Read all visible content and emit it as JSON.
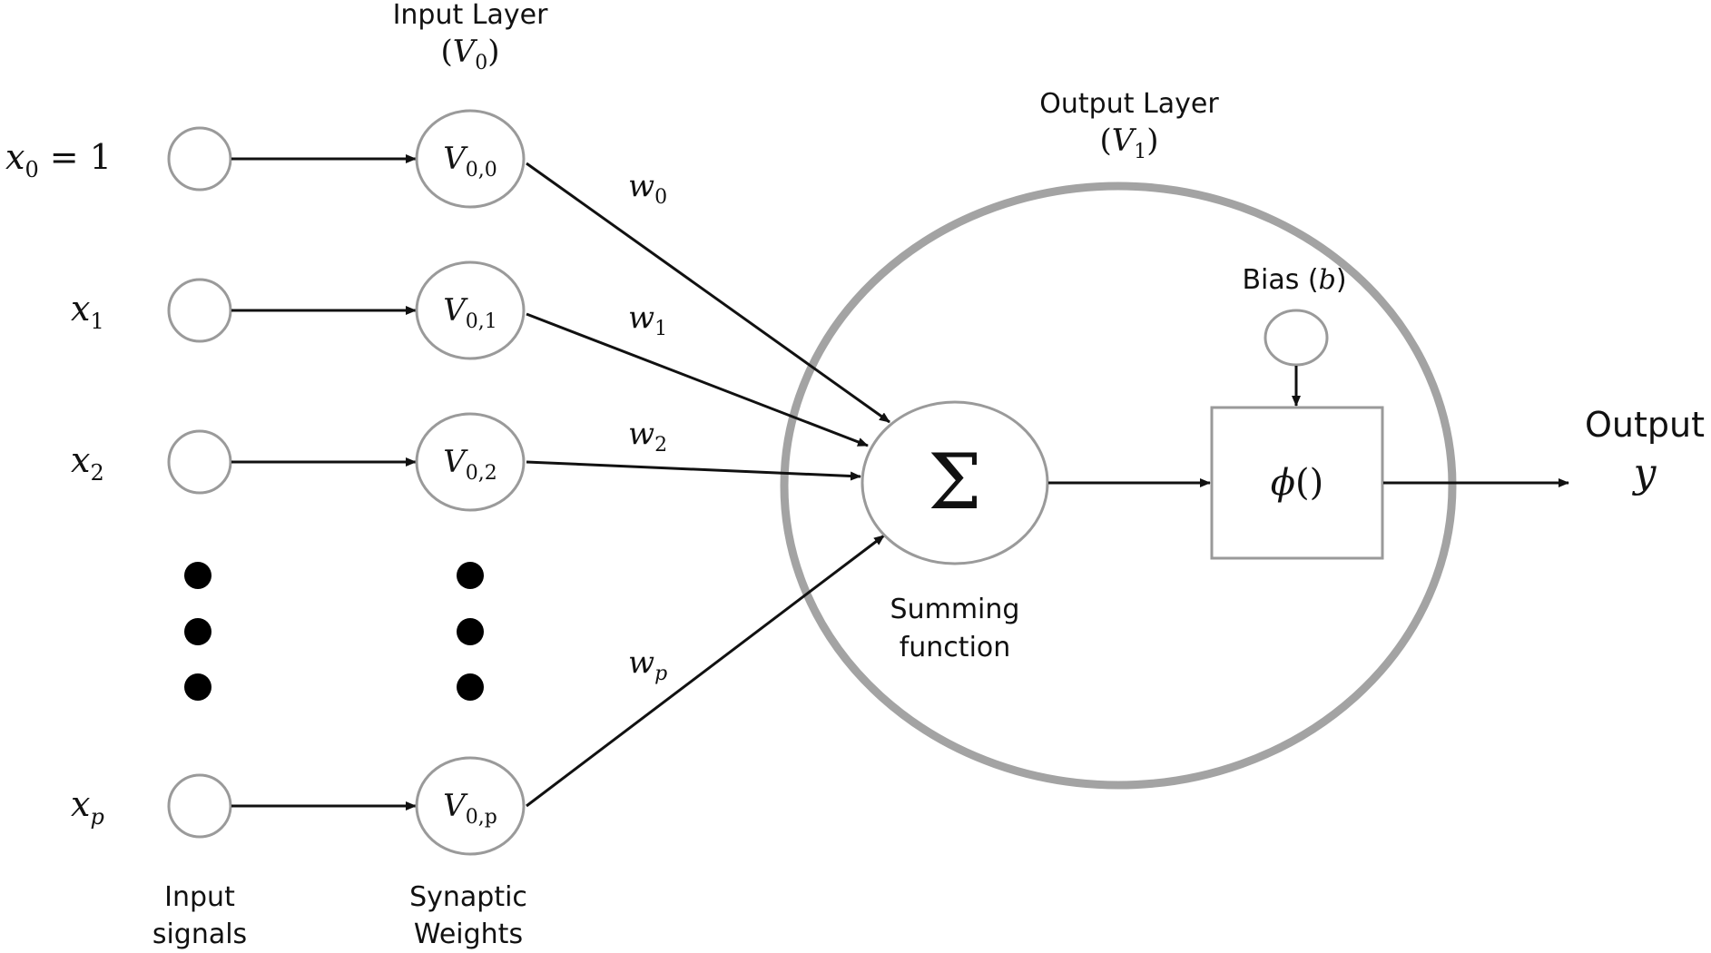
{
  "colors": {
    "node_stroke": "#9a9a9a",
    "outer_circle_stroke": "#a3a3a3",
    "edge": "#111111",
    "text": "#111111",
    "background": "#ffffff"
  },
  "layers": {
    "input_layer": {
      "title": "Input Layer",
      "symbol": "V",
      "subscript": "0"
    },
    "output_layer": {
      "title": "Output Layer",
      "symbol": "V",
      "subscript": "1"
    }
  },
  "inputs": [
    {
      "symbol": "x",
      "subscript": "0",
      "suffix": " = 1"
    },
    {
      "symbol": "x",
      "subscript": "1",
      "suffix": ""
    },
    {
      "symbol": "x",
      "subscript": "2",
      "suffix": ""
    },
    {
      "symbol": "x",
      "subscript": "p",
      "suffix": ""
    }
  ],
  "synaptic_nodes": [
    {
      "symbol": "V",
      "subscript": "0,0"
    },
    {
      "symbol": "V",
      "subscript": "0,1"
    },
    {
      "symbol": "V",
      "subscript": "0,2"
    },
    {
      "symbol": "V",
      "subscript": "0,p"
    }
  ],
  "weights": [
    {
      "symbol": "w",
      "subscript": "0"
    },
    {
      "symbol": "w",
      "subscript": "1"
    },
    {
      "symbol": "w",
      "subscript": "2"
    },
    {
      "symbol": "w",
      "subscript": "p"
    }
  ],
  "summing": {
    "glyph": "Σ",
    "label_line1": "Summing",
    "label_line2": "function"
  },
  "bias": {
    "label": "Bias (",
    "symbol": "b",
    "close": ")"
  },
  "activation": {
    "glyph": "ϕ",
    "parens": "()"
  },
  "output": {
    "label": "Output",
    "symbol": "y"
  },
  "captions": {
    "input_signals_line1": "Input",
    "input_signals_line2": "signals",
    "synaptic_weights_line1": "Synaptic",
    "synaptic_weights_line2": "Weights"
  }
}
